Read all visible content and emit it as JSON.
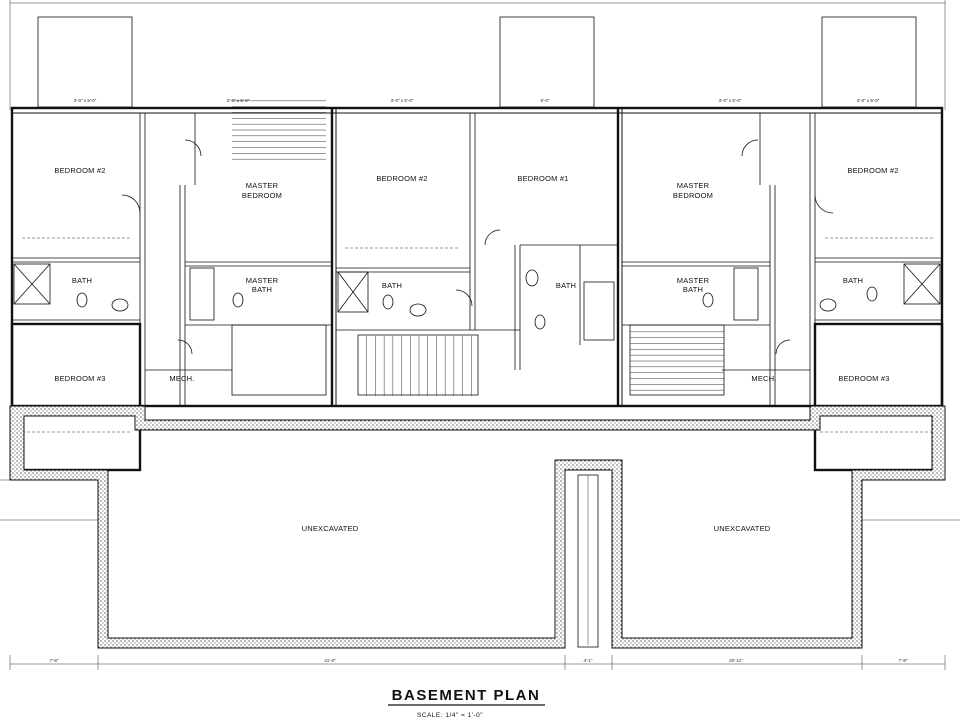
{
  "plan": {
    "title": "BASEMENT PLAN",
    "scale": "SCALE: 1/4\" = 1'-0\""
  },
  "rooms": [
    {
      "id": "bed2-left",
      "label": "BEDROOM #2"
    },
    {
      "id": "master-bed-left-1",
      "label": "MASTER"
    },
    {
      "id": "master-bed-left-2",
      "label": "BEDROOM"
    },
    {
      "id": "bed2-center",
      "label": "BEDROOM #2"
    },
    {
      "id": "bed1-center",
      "label": "BEDROOM #1"
    },
    {
      "id": "master-bed-right-1",
      "label": "MASTER"
    },
    {
      "id": "master-bed-right-2",
      "label": "BEDROOM"
    },
    {
      "id": "bed2-right",
      "label": "BEDROOM #2"
    },
    {
      "id": "bath-left",
      "label": "BATH"
    },
    {
      "id": "master-bath-left-1",
      "label": "MASTER"
    },
    {
      "id": "master-bath-left-2",
      "label": "BATH"
    },
    {
      "id": "bath-center",
      "label": "BATH"
    },
    {
      "id": "bath-center-2",
      "label": "BATH"
    },
    {
      "id": "master-bath-right-1",
      "label": "MASTER"
    },
    {
      "id": "master-bath-right-2",
      "label": "BATH"
    },
    {
      "id": "bath-right",
      "label": "BATH"
    },
    {
      "id": "bed3-left",
      "label": "BEDROOM #3"
    },
    {
      "id": "mech-left",
      "label": "MECH."
    },
    {
      "id": "mech-right",
      "label": "MECH."
    },
    {
      "id": "bed3-right",
      "label": "BEDROOM #3"
    },
    {
      "id": "unexc-left",
      "label": "UNEXCAVATED"
    },
    {
      "id": "unexc-right",
      "label": "UNEXCAVATED"
    }
  ],
  "window_labels": [
    "3'-0\" x 5'-0\"",
    "3'-0\" x 5'-0\"",
    "3'-0\" x 5'-0\"",
    "6'-0\"",
    "3'-0\" x 5'-0\"",
    "3'-0\" x 5'-0\""
  ],
  "dimensions": {
    "bottom_left": "7'-8\"",
    "bottom_mid_left": "41'-0\"",
    "bottom_center": "4'-1\"",
    "bottom_mid_right": "20'-11\"",
    "bottom_right": "7'-8\""
  }
}
